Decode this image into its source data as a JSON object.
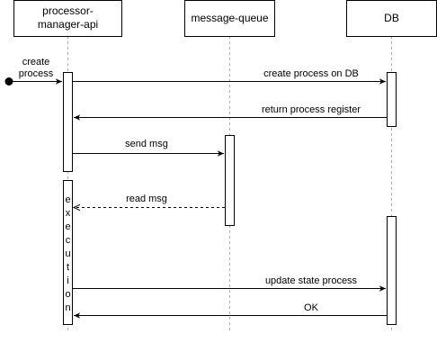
{
  "participants": [
    {
      "id": "api",
      "label_lines": [
        "processor-",
        "manager-api"
      ]
    },
    {
      "id": "mq",
      "label_lines": [
        "message-queue"
      ]
    },
    {
      "id": "db",
      "label_lines": [
        "DB"
      ]
    }
  ],
  "messages": {
    "create_process": {
      "lines": [
        "create",
        "process"
      ]
    },
    "create_on_db": "create process on DB",
    "return_register": "return process register",
    "send_msg": "send msg",
    "read_msg": "read msg",
    "update_state": "update state process",
    "ok": "OK"
  },
  "activation_labels": {
    "execution": [
      "e",
      "x",
      "e",
      "c",
      "u",
      "t",
      "i",
      "o",
      "n"
    ]
  },
  "colors": {
    "stroke": "#000000",
    "lifeline": "#aaaaaa",
    "fill": "#ffffff"
  }
}
